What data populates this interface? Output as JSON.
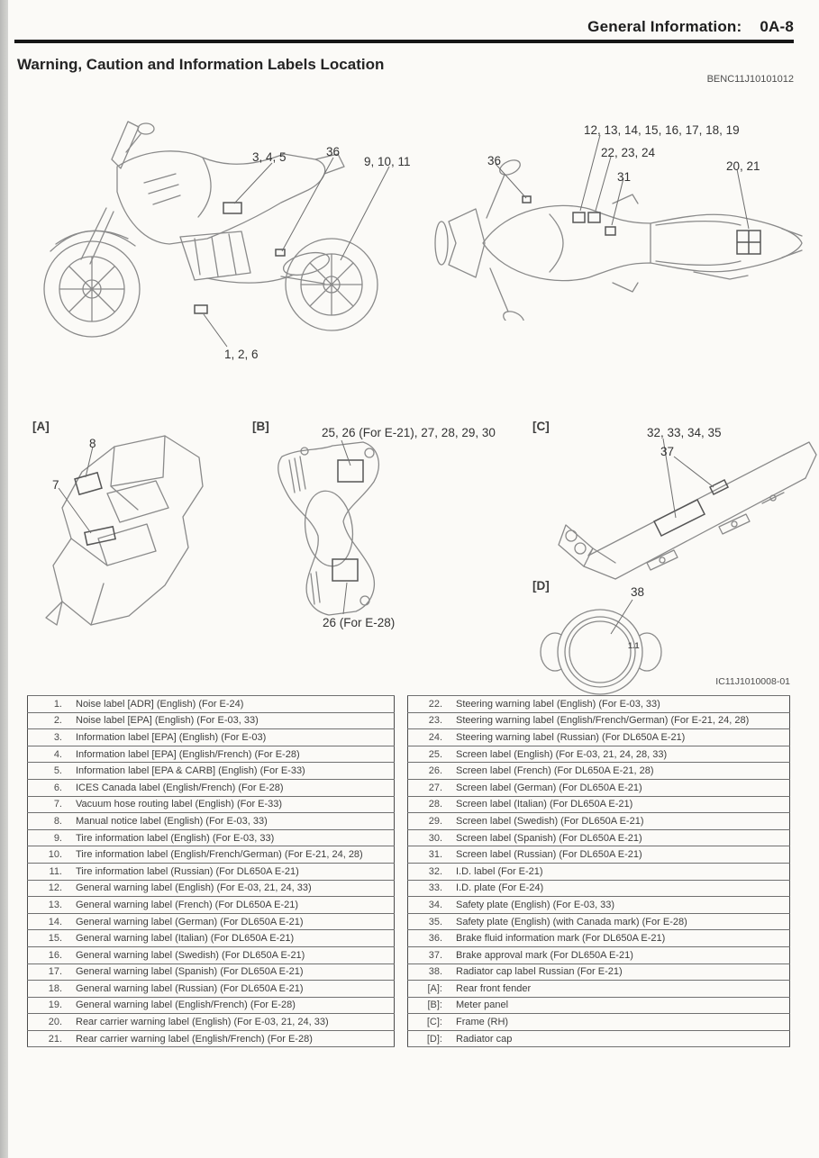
{
  "header": {
    "section": "General Information:",
    "page": "0A-8"
  },
  "title": "Warning, Caution and Information Labels Location",
  "codes": {
    "doc": "BENC11J10101012",
    "figure": "IC11J1010008-01"
  },
  "figures": {
    "side_view": {
      "callout_345": "3, 4, 5",
      "callout_36": "36",
      "callout_91011": "9, 10, 11",
      "callout_126": "1, 2, 6"
    },
    "top_view": {
      "callout_12_19": "12, 13, 14, 15, 16, 17, 18, 19",
      "callout_222324": "22, 23, 24",
      "callout_31": "31",
      "callout_36": "36",
      "callout_2021": "20, 21"
    },
    "detail_a": {
      "tag": "[A]",
      "callout_8": "8",
      "callout_7": "7"
    },
    "detail_b": {
      "tag": "[B]",
      "callout_top": "25, 26 (For E-21), 27, 28, 29, 30",
      "callout_bottom": "26 (For E-28)"
    },
    "detail_c": {
      "tag": "[C]",
      "callout_32_35": "32, 33, 34, 35",
      "callout_37": "37"
    },
    "detail_d": {
      "tag": "[D]",
      "callout_38": "38",
      "cap_marking": "1.1"
    }
  },
  "table": {
    "left_rows": [
      {
        "num": "1.",
        "text": "Noise label [ADR] (English) (For E-24)"
      },
      {
        "num": "2.",
        "text": "Noise label [EPA] (English) (For E-03, 33)"
      },
      {
        "num": "3.",
        "text": "Information label [EPA] (English) (For E-03)"
      },
      {
        "num": "4.",
        "text": "Information label [EPA] (English/French) (For E-28)"
      },
      {
        "num": "5.",
        "text": "Information label [EPA & CARB] (English) (For E-33)"
      },
      {
        "num": "6.",
        "text": "ICES Canada label (English/French) (For E-28)"
      },
      {
        "num": "7.",
        "text": "Vacuum hose routing label (English) (For E-33)"
      },
      {
        "num": "8.",
        "text": "Manual notice label (English) (For E-03, 33)"
      },
      {
        "num": "9.",
        "text": "Tire information label (English) (For E-03, 33)"
      },
      {
        "num": "10.",
        "text": "Tire information label (English/French/German) (For E-21, 24, 28)"
      },
      {
        "num": "11.",
        "text": "Tire information label (Russian) (For DL650A E-21)"
      },
      {
        "num": "12.",
        "text": "General warning label (English) (For E-03, 21, 24, 33)"
      },
      {
        "num": "13.",
        "text": "General warning label (French) (For DL650A E-21)"
      },
      {
        "num": "14.",
        "text": "General warning label (German) (For DL650A E-21)"
      },
      {
        "num": "15.",
        "text": "General warning label (Italian) (For DL650A E-21)"
      },
      {
        "num": "16.",
        "text": "General warning label (Swedish) (For DL650A E-21)"
      },
      {
        "num": "17.",
        "text": "General warning label (Spanish) (For DL650A E-21)"
      },
      {
        "num": "18.",
        "text": "General warning label (Russian) (For DL650A E-21)"
      },
      {
        "num": "19.",
        "text": "General warning label (English/French) (For E-28)"
      },
      {
        "num": "20.",
        "text": "Rear carrier warning label (English) (For E-03, 21, 24, 33)"
      },
      {
        "num": "21.",
        "text": "Rear carrier warning label (English/French) (For E-28)"
      }
    ],
    "right_rows": [
      {
        "num": "22.",
        "text": "Steering warning label (English) (For E-03, 33)"
      },
      {
        "num": "23.",
        "text": "Steering warning label (English/French/German) (For E-21, 24, 28)"
      },
      {
        "num": "24.",
        "text": "Steering warning label (Russian) (For DL650A E-21)"
      },
      {
        "num": "25.",
        "text": "Screen label (English) (For E-03, 21, 24, 28, 33)"
      },
      {
        "num": "26.",
        "text": "Screen label (French) (For DL650A E-21, 28)"
      },
      {
        "num": "27.",
        "text": "Screen label (German) (For DL650A E-21)"
      },
      {
        "num": "28.",
        "text": "Screen label (Italian) (For DL650A E-21)"
      },
      {
        "num": "29.",
        "text": "Screen label (Swedish) (For DL650A E-21)"
      },
      {
        "num": "30.",
        "text": "Screen label (Spanish) (For DL650A E-21)"
      },
      {
        "num": "31.",
        "text": "Screen label (Russian) (For DL650A E-21)"
      },
      {
        "num": "32.",
        "text": "I.D. label (For E-21)"
      },
      {
        "num": "33.",
        "text": "I.D. plate (For E-24)"
      },
      {
        "num": "34.",
        "text": "Safety plate (English) (For E-03, 33)"
      },
      {
        "num": "35.",
        "text": "Safety plate (English) (with Canada mark) (For E-28)"
      },
      {
        "num": "36.",
        "text": "Brake fluid information mark (For DL650A E-21)"
      },
      {
        "num": "37.",
        "text": "Brake approval mark (For DL650A E-21)"
      },
      {
        "num": "38.",
        "text": "Radiator cap label Russian (For E-21)"
      },
      {
        "num": "[A]:",
        "text": "Rear front fender"
      },
      {
        "num": "[B]:",
        "text": "Meter panel"
      },
      {
        "num": "[C]:",
        "text": "Frame (RH)"
      },
      {
        "num": "[D]:",
        "text": "Radiator cap"
      }
    ]
  }
}
